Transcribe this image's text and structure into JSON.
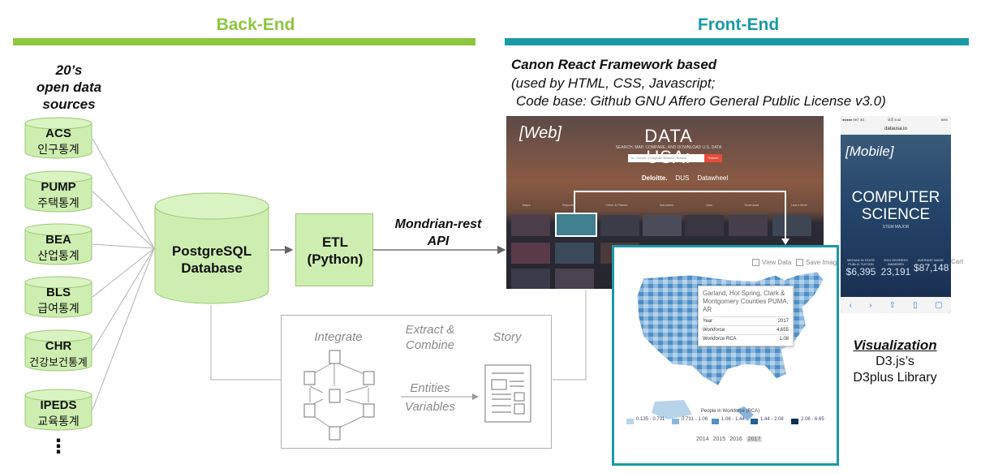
{
  "colors": {
    "backend": "#8dc63f",
    "frontend": "#1a9aa6",
    "etl_fill": "#cdeeb0",
    "cylinder_fill": "#cdeeb0",
    "gray_box": "#b0b0b0"
  },
  "backend": {
    "title": "Back-End"
  },
  "frontend": {
    "title": "Front-End"
  },
  "sources": {
    "label_lines": [
      "20’s",
      "open data",
      "sources"
    ],
    "items": [
      {
        "code": "ACS",
        "kor": "인구통계"
      },
      {
        "code": "PUMP",
        "kor": "주택통계"
      },
      {
        "code": "BEA",
        "kor": "산업통계"
      },
      {
        "code": "BLS",
        "kor": "급여통계"
      },
      {
        "code": "CHR",
        "kor": "건강보건통계"
      },
      {
        "code": "IPEDS",
        "kor": "교육통계"
      }
    ],
    "more": "⋮"
  },
  "database": {
    "line1": "PostgreSQL",
    "line2": "Database"
  },
  "etl": {
    "line1": "ETL",
    "line2": "(Python)"
  },
  "api": {
    "line1": "Mondrian-rest",
    "line2": "API"
  },
  "canon": {
    "line1": "Canon React Framework based",
    "line2": "(used by HTML, CSS, Javascript;",
    "line3": "Code base: Github GNU Affero General Public License v3.0)"
  },
  "pipeline": {
    "integrate": "Integrate",
    "extract1": "Extract &",
    "extract2": "Combine",
    "story": "Story",
    "entities": "Entities",
    "variables": "Variables"
  },
  "web": {
    "tag": "[Web]",
    "logo": "DATA USA:",
    "tagline": "SEARCH, MAP, COMPARE, AND DOWNLOAD U.S. DATA",
    "search_placeholder": "ex. Cerner, Computer Science, Boston",
    "search_button": "Search",
    "partners": [
      "Deloitte.",
      "DUS",
      "Datawheel"
    ],
    "categories": [
      "Maps",
      "Reports",
      "Cities & Places",
      "Industries",
      "Jobs",
      "Download",
      "Learn More"
    ]
  },
  "mobile": {
    "status_left": "●●●●● SKT 3G",
    "status_time": "오후 6:42",
    "status_right": "65%",
    "url": "datausa.io",
    "tag": "[Mobile]",
    "heading1": "COMPUTER",
    "heading2": "SCIENCE",
    "subheading": "STEM MAJOR",
    "stats": [
      {
        "label": "MEDIAN IN STATE PUBLIC TUITION",
        "value": "$6,395"
      },
      {
        "label": "2014 DEGREES AWARDED",
        "value": "23,191"
      },
      {
        "label": "AVERAGE WAGE",
        "value": "$87,148"
      }
    ]
  },
  "viz": {
    "view_data": "View Data",
    "save_image": "Save Image",
    "cart": "Cart",
    "tooltip_title": "Garland, Hot Spring, Clark & Montgomery Counties PUMA, AR",
    "tooltip_rows": [
      {
        "k": "Year",
        "v": "2017"
      },
      {
        "k": "Workforce",
        "v": "4,655"
      },
      {
        "k": "Workforce RCA",
        "v": "1.08"
      }
    ],
    "legend_title": "People in Workforce (RCA)",
    "legend": [
      {
        "label": "0.135 - 0.731",
        "color": "#b7d3ea"
      },
      {
        "label": "0.731 - 1.06",
        "color": "#8ab6dc"
      },
      {
        "label": "1.06 - 1.44",
        "color": "#4f8fc6"
      },
      {
        "label": "1.44 - 2.08",
        "color": "#24609c"
      },
      {
        "label": "2.08 - 6.65",
        "color": "#0e2f57"
      }
    ],
    "years": [
      "2014",
      "2015",
      "2016",
      "2017"
    ],
    "title": "Visualization",
    "sub1": "D3.js’s",
    "sub2": "D3plus Library"
  }
}
